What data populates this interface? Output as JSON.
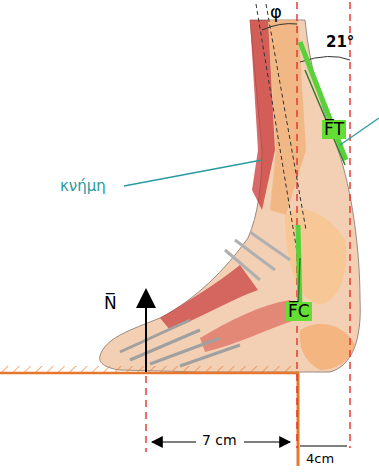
{
  "diagram": {
    "labels": [
      "φ",
      "21°",
      "κνήμη",
      "F̅T",
      "F̅C",
      "N̅",
      "7 cm",
      "4cm"
    ]
  }
}
